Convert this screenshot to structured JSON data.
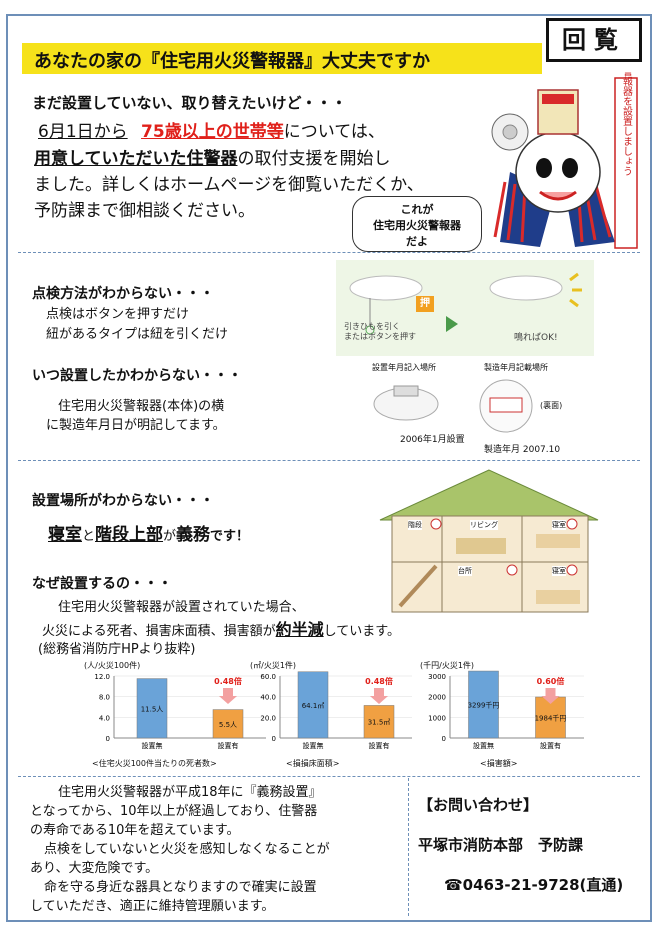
{
  "header": {
    "title": "あなたの家の『住宅用火災警報器』大丈夫ですか",
    "kairan": "回覧"
  },
  "intro": {
    "heading": "まだ設置していない、取り替えたいけど・・・",
    "line1_date": "6月1日から",
    "line1_target": "75歳以上の世帯等",
    "line1_rest": "については、",
    "line2_bold": "用意していただいた住警器",
    "line2_rest": "の取付支援を開始し",
    "line3": "ました。詳しくはホームページを御覧いただくか、",
    "line4": "予防課まで御相談ください。",
    "bubble_line1": "これが",
    "bubble_line2": "住宅用火災警報器",
    "bubble_line3": "だよ",
    "mascot_sign": "住宅用火災警報器を設置しましょう"
  },
  "inspect": {
    "heading": "点検方法がわからない・・・",
    "line1": "点検はボタンを押すだけ",
    "line2": "紐があるタイプは紐を引くだけ",
    "fig_push": "押",
    "fig_caption": "引きひもを引く\nまたはボタンを押す",
    "fig_ok": "鳴ればOK!"
  },
  "when": {
    "heading": "いつ設置したかわからない・・・",
    "line1": "住宅用火災警報器(本体)の横",
    "line2": "に製造年月日が明記してます。",
    "fig_left_title": "設置年月記入場所",
    "fig_right_title": "製造年月記載場所",
    "fig_left_caption": "2006年1月設置",
    "fig_right_back": "(裏面)",
    "fig_right_caption": "製造年月 2007.10"
  },
  "where": {
    "heading": "設置場所がわからない・・・",
    "word1": "寝室",
    "and": "と",
    "word2": "階段上部",
    "ga": "が",
    "word3": "義務",
    "desu": "です！",
    "house_labels": [
      "階段",
      "リビング",
      "寝室",
      "台所",
      "寝室"
    ]
  },
  "why": {
    "heading": "なぜ設置するの・・・",
    "line1": "住宅用火災警報器が設置されていた場合、",
    "line2_a": "火災による死者、損害床面積、損害額が",
    "line2_b": "約半減",
    "line2_c": "しています。",
    "source": "(総務省消防庁HPより抜粋)"
  },
  "chart_data": [
    {
      "type": "bar",
      "unit": "(人/火災100件)",
      "categories": [
        "設置無",
        "設置有"
      ],
      "values": [
        11.5,
        5.5
      ],
      "value_labels": [
        "11.5人",
        "5.5人"
      ],
      "ylim": [
        0,
        12
      ],
      "yticks": [
        "0",
        "4.0",
        "8.0",
        "12.0"
      ],
      "ratio": "0.48倍",
      "caption": "<住宅火災100件当たりの死者数>"
    },
    {
      "type": "bar",
      "unit": "(㎡/火災1件)",
      "categories": [
        "設置無",
        "設置有"
      ],
      "values": [
        64.1,
        31.5
      ],
      "value_labels": [
        "64.1㎡",
        "31.5㎡"
      ],
      "ylim": [
        0,
        60
      ],
      "yticks": [
        "0",
        "20.0",
        "40.0",
        "60.0"
      ],
      "ratio": "0.48倍",
      "caption": "<損損床面積>"
    },
    {
      "type": "bar",
      "unit": "(千円/火災1件)",
      "categories": [
        "設置無",
        "設置有"
      ],
      "values": [
        3299,
        1984
      ],
      "value_labels": [
        "3299千円",
        "1984千円"
      ],
      "ylim": [
        0,
        3000
      ],
      "yticks": [
        "0",
        "1000",
        "2000",
        "3000"
      ],
      "ratio": "0.60倍",
      "caption": "<損害額>"
    }
  ],
  "footer": {
    "lines": [
      "住宅用火災警報器が平成18年に『義務設置』",
      "となってから、10年以上が経過しており、住警器",
      "の寿命である10年を超えています。",
      "点検をしていないと火災を感知しなくなることが",
      "あり、大変危険です。",
      "命を守る身近な器具となりますので確実に設置",
      "していただき、適正に維持管理願います。"
    ],
    "contact_heading": "【お問い合わせ】",
    "contact_org": "平塚市消防本部　予防課",
    "contact_phone": "☎0463-21-9728(直通)"
  },
  "colors": {
    "banner": "#f6e21a",
    "accent_red": "#e0201a",
    "bar_blue": "#6aa3d8",
    "bar_orange": "#f0a042",
    "frame": "#6d8fb8"
  }
}
